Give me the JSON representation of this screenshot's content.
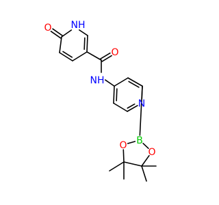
{
  "colors": {
    "bond": "#000000",
    "oxygen": "#ff0000",
    "nitrogen": "#0000ff",
    "boron": "#00cc00",
    "background": "#ffffff"
  },
  "atoms": [
    {
      "id": "o_lactam",
      "label": "O",
      "element": "oxygen"
    },
    {
      "id": "c_lactam",
      "label": "",
      "element": "carbon"
    },
    {
      "id": "n_lactam",
      "label": "NH",
      "element": "nitrogen"
    },
    {
      "id": "c_p2",
      "label": "",
      "element": "carbon"
    },
    {
      "id": "c_p3",
      "label": "",
      "element": "carbon"
    },
    {
      "id": "c_p4",
      "label": "",
      "element": "carbon"
    },
    {
      "id": "c_p5",
      "label": "",
      "element": "carbon"
    },
    {
      "id": "c_amide",
      "label": "",
      "element": "carbon"
    },
    {
      "id": "o_amide",
      "label": "O",
      "element": "oxygen"
    },
    {
      "id": "n_amide",
      "label": "NH",
      "element": "nitrogen"
    },
    {
      "id": "c_q4",
      "label": "",
      "element": "carbon"
    },
    {
      "id": "c_q5",
      "label": "",
      "element": "carbon"
    },
    {
      "id": "c_q6",
      "label": "",
      "element": "carbon"
    },
    {
      "id": "n_pyr",
      "label": "N",
      "element": "nitrogen"
    },
    {
      "id": "c_q2",
      "label": "",
      "element": "carbon"
    },
    {
      "id": "c_q3",
      "label": "",
      "element": "carbon"
    },
    {
      "id": "b",
      "label": "B",
      "element": "boron"
    },
    {
      "id": "o_b1",
      "label": "O",
      "element": "oxygen"
    },
    {
      "id": "o_b2",
      "label": "O",
      "element": "oxygen"
    },
    {
      "id": "c_pin1",
      "label": "",
      "element": "carbon"
    },
    {
      "id": "c_pin2",
      "label": "",
      "element": "carbon"
    },
    {
      "id": "me1",
      "label": "",
      "element": "carbon"
    },
    {
      "id": "me2",
      "label": "",
      "element": "carbon"
    },
    {
      "id": "me3",
      "label": "",
      "element": "carbon"
    },
    {
      "id": "me4",
      "label": "",
      "element": "carbon"
    }
  ],
  "bonds": [
    {
      "a": "o_lactam",
      "b": "c_lactam",
      "order": 2
    },
    {
      "a": "c_lactam",
      "b": "n_lactam",
      "order": 1
    },
    {
      "a": "n_lactam",
      "b": "c_p2",
      "order": 1
    },
    {
      "a": "c_p2",
      "b": "c_p3",
      "order": 2
    },
    {
      "a": "c_p3",
      "b": "c_p4",
      "order": 1
    },
    {
      "a": "c_p4",
      "b": "c_p5",
      "order": 2
    },
    {
      "a": "c_p5",
      "b": "c_lactam",
      "order": 1
    },
    {
      "a": "c_p3",
      "b": "c_amide",
      "order": 1
    },
    {
      "a": "c_amide",
      "b": "o_amide",
      "order": 2
    },
    {
      "a": "c_amide",
      "b": "n_amide",
      "order": 1
    },
    {
      "a": "n_amide",
      "b": "c_q4",
      "order": 1
    },
    {
      "a": "c_q4",
      "b": "c_q5",
      "order": 2
    },
    {
      "a": "c_q5",
      "b": "c_q6",
      "order": 1
    },
    {
      "a": "c_q6",
      "b": "n_pyr",
      "order": 2
    },
    {
      "a": "n_pyr",
      "b": "c_q2",
      "order": 1
    },
    {
      "a": "c_q2",
      "b": "c_q3",
      "order": 2
    },
    {
      "a": "c_q3",
      "b": "c_q4",
      "order": 1
    },
    {
      "a": "c_q2",
      "b": "b",
      "order": 1
    },
    {
      "a": "b",
      "b": "o_b1",
      "order": 1
    },
    {
      "a": "b",
      "b": "o_b2",
      "order": 1
    },
    {
      "a": "o_b1",
      "b": "c_pin1",
      "order": 1
    },
    {
      "a": "o_b2",
      "b": "c_pin2",
      "order": 1
    },
    {
      "a": "c_pin1",
      "b": "c_pin2",
      "order": 1
    },
    {
      "a": "c_pin1",
      "b": "me1",
      "order": 1
    },
    {
      "a": "c_pin1",
      "b": "me2",
      "order": 1
    },
    {
      "a": "c_pin2",
      "b": "me3",
      "order": 1
    },
    {
      "a": "c_pin2",
      "b": "me4",
      "order": 1
    }
  ]
}
